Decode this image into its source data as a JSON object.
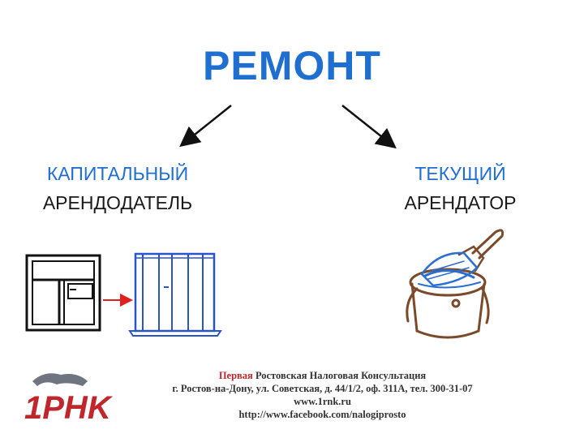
{
  "title": "РЕМОНТ",
  "left": {
    "type": "КАПИТАЛЬНЫЙ",
    "who": "АРЕНДОДАТЕЛЬ"
  },
  "right": {
    "type": "ТЕКУЩИЙ",
    "who": "АРЕНДАТОР"
  },
  "logo": {
    "text": "1PHK"
  },
  "footer": {
    "line1_highlight": "Первая",
    "line1_rest": "Ростовская Налоговая Консультация",
    "line2": "г. Ростов-на-Дону, ул. Советская, д. 44/1/2, оф. 311А, тел. 300-31-07",
    "line3": "www.1rnk.ru",
    "line4": "http://www.facebook.com/nalogiprosto"
  },
  "colors": {
    "accent": "#1f6fd1",
    "footer_red": "#c0272d"
  },
  "icons": [
    "old-window-icon",
    "arrow-right-icon",
    "new-window-icon",
    "paint-bucket-icon",
    "brush-icon"
  ]
}
